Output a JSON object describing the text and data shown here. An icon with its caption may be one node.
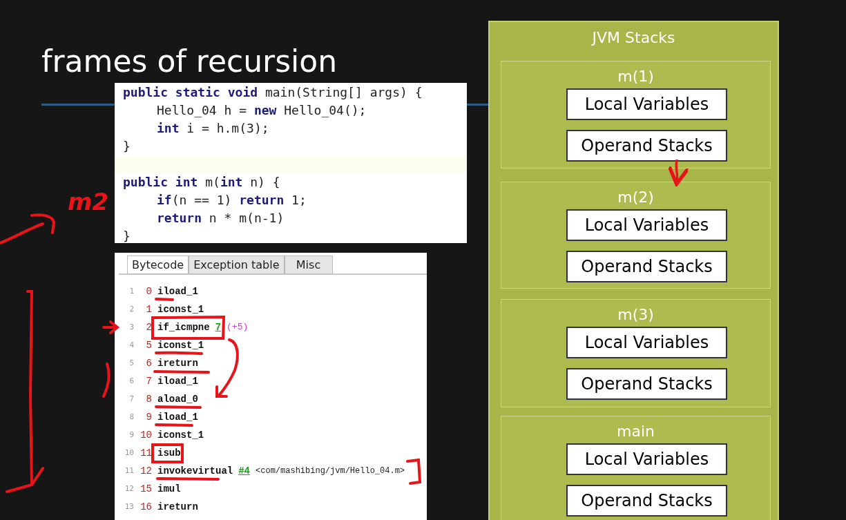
{
  "diagram": {
    "title": "frames of recursion",
    "nodes": [
      {
        "text": [
          "JVM Stacks"
        ]
      },
      {
        "text": [
          "m(1)"
        ],
        "in": 0
      },
      {
        "text": [
          "Local Variables"
        ],
        "in": 1
      },
      {
        "text": [
          "Operand Stacks"
        ],
        "in": 1
      },
      {
        "text": [
          "m(2)"
        ],
        "in": 0
      },
      {
        "text": [
          "Local Variables"
        ],
        "in": 4
      },
      {
        "text": [
          "Operand Stacks"
        ],
        "in": 4
      },
      {
        "text": [
          "m(3)"
        ],
        "in": 0
      },
      {
        "text": [
          "Local Variables"
        ],
        "in": 7
      },
      {
        "text": [
          "Operand Stacks"
        ],
        "in": 7
      },
      {
        "text": [
          "main"
        ],
        "in": 0
      },
      {
        "text": [
          "Local Variables"
        ],
        "in": 10
      },
      {
        "text": [
          "Operand Stacks"
        ],
        "in": 10
      }
    ],
    "edges": [
      {
        "from": 3,
        "to": 4,
        "arrow": "to",
        "color": "#e8141a"
      }
    ],
    "labels": [
      "**public static void** main(String[] args) {",
      "Hello_04 h = **new** Hello_04();",
      "**int** i = h.m(3);",
      "}",
      "**public int** m(**int** n) {",
      "**if**(n == 1) **return** 1;",
      "**return** n * m(n-1)",
      "}",
      "Bytecode",
      "Exception table",
      "Misc",
      "1",
      "0",
      "iload_1",
      "2",
      "1",
      "iconst_1",
      "3",
      "2",
      "if_icmpne",
      "7",
      "(+5)",
      "4",
      "5",
      "iconst_1",
      "5",
      "6",
      "ireturn",
      "6",
      "7",
      "iload_1",
      "7",
      "8",
      "aload_0",
      "8",
      "9",
      "iload_1",
      "9",
      "10",
      "iconst_1",
      "10",
      "11",
      "isub",
      "11",
      "12",
      "invokevirtual",
      "#4",
      "<com/mashibing/jvm/Hello_04.m>",
      "12",
      "15",
      "imul",
      "13",
      "16",
      "ireturn",
      "m2"
    ]
  }
}
